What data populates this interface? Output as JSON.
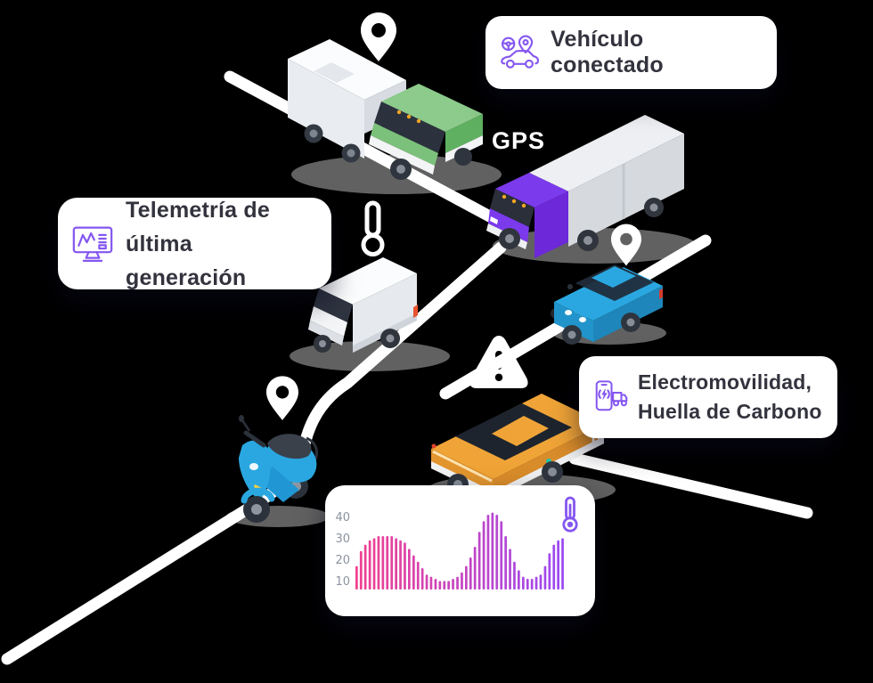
{
  "scene": {
    "background_color": "#000000",
    "road_color": "#FFFFFF",
    "gps_label": "GPS",
    "icons": [
      "location-pin-icon",
      "location-pin-icon",
      "location-pin-icon",
      "warning-triangle-icon",
      "thermometer-outline-icon"
    ]
  },
  "cards": {
    "connected": {
      "icon": "connected-car-gps-icon",
      "label": "Vehículo conectado"
    },
    "telemetry": {
      "icon": "telemetry-monitor-icon",
      "line1": "Telemetría de",
      "line2": "última generación"
    },
    "electromobility": {
      "icon": "electromobility-phone-truck-icon",
      "line1": "Electromovilidad,",
      "line2": "Huella de Carbono"
    }
  },
  "vehicles": [
    {
      "name": "box-truck",
      "color_name": "green",
      "color": "#7CC17B"
    },
    {
      "name": "cargo-van-gps",
      "color_name": "purple",
      "color": "#7C3AED"
    },
    {
      "name": "delivery-van",
      "color_name": "white",
      "color": "#F4F5F7"
    },
    {
      "name": "compact-car",
      "color_name": "blue",
      "color": "#2AA7E0"
    },
    {
      "name": "scooter",
      "color_name": "blue",
      "color": "#2AA7E0"
    },
    {
      "name": "sedan",
      "color_name": "orange",
      "color": "#F0A437"
    }
  ],
  "chart_data": {
    "type": "bar",
    "title": "",
    "xlabel": "",
    "ylabel": "",
    "yticks": [
      10,
      20,
      30,
      40
    ],
    "ylim": [
      0,
      46
    ],
    "values": [
      17,
      24,
      27,
      29,
      30,
      31,
      31,
      31,
      31,
      30,
      29,
      28,
      25,
      22,
      19,
      16,
      13,
      12,
      11,
      10,
      10,
      10,
      11,
      12,
      14,
      17,
      21,
      26,
      33,
      38,
      41,
      42,
      41,
      38,
      31,
      25,
      19,
      15,
      12,
      11,
      11,
      12,
      13,
      17,
      23,
      27,
      29,
      30
    ],
    "bar_color_start": "#F2408F",
    "bar_color_end": "#9B49F3",
    "tick_color": "#8B93A0",
    "icon": "thermometer-icon"
  },
  "accent_color": "#8456F0",
  "text_color": "#33333E"
}
